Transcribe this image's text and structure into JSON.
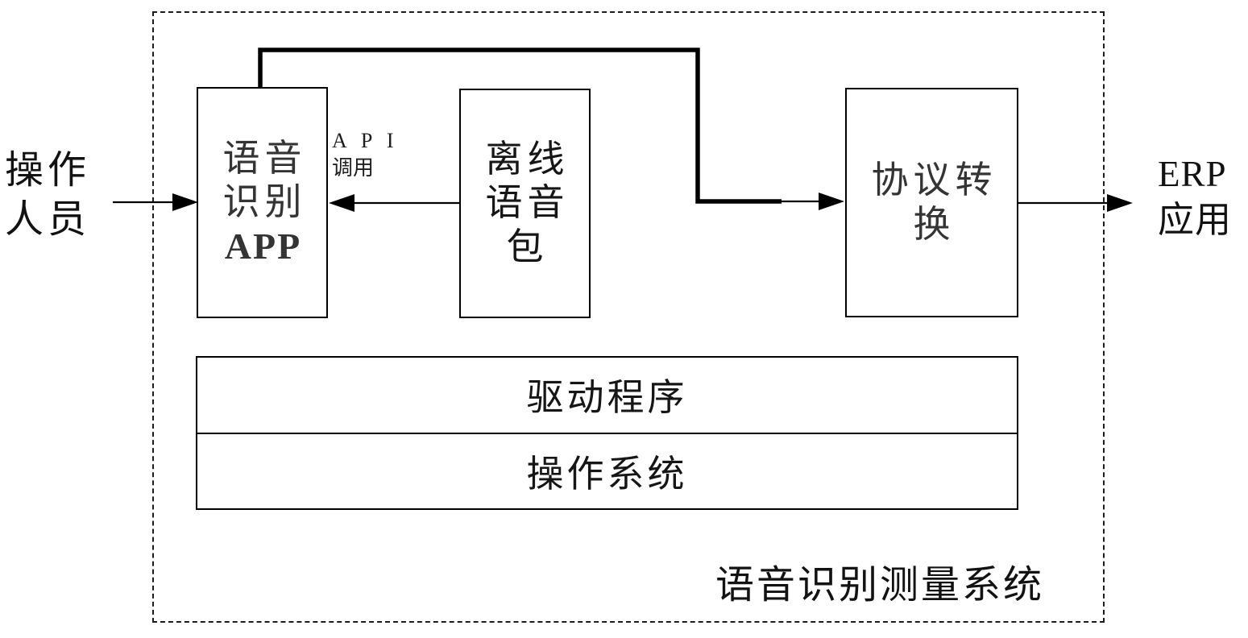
{
  "diagram": {
    "system_title": "语音识别测量系统",
    "operator": {
      "line1": "操作",
      "line2": "人员"
    },
    "erp": {
      "line1": "ERP",
      "line2": "应用"
    },
    "api_call": {
      "line1": "A P I",
      "line2": "调用"
    },
    "boxes": {
      "speech_app": {
        "lines": [
          "语音",
          "识别",
          "APP"
        ]
      },
      "offline_voice": {
        "lines": [
          "离线",
          "语音",
          "包"
        ]
      },
      "protocol_conv": {
        "lines": [
          "协议转",
          "换"
        ]
      }
    },
    "layers": {
      "driver": "驱动程序",
      "os": "操作系统"
    },
    "colors": {
      "stroke": "#000000",
      "background": "#ffffff",
      "box_text": "#343434",
      "text": "#121212"
    }
  }
}
